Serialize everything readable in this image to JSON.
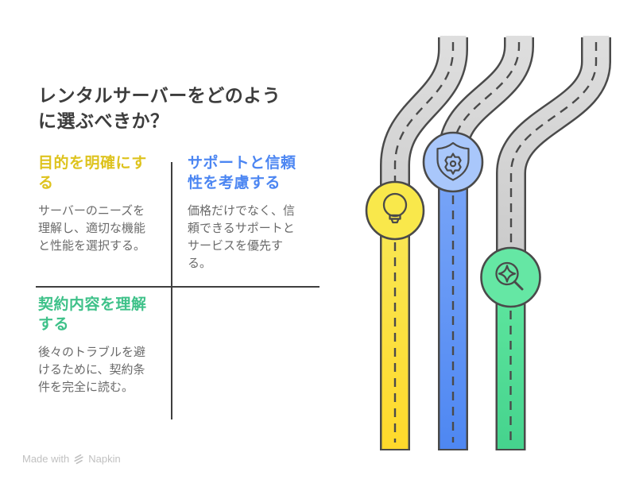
{
  "title_lines": [
    "レンタルサーバーをどのよう",
    "に選ぶべきか？"
  ],
  "sections": [
    {
      "id": "clarify-purpose",
      "accent_color": "#dec31e",
      "heading_lines": [
        "目的を明確にす",
        "る"
      ],
      "body_lines": [
        "サーバーのニーズを",
        "理解し、適切な機能",
        "と性能を選択する。"
      ]
    },
    {
      "id": "consider-support",
      "accent_color": "#4c86f2",
      "heading_lines": [
        "サポートと信頼",
        "性を考慮する"
      ],
      "body_lines": [
        "価格だけでなく、信",
        "頼できるサポートと",
        "サービスを優先す",
        "る。"
      ]
    },
    {
      "id": "understand-contract",
      "accent_color": "#3ec189",
      "heading_lines": [
        "契約内容を理解",
        "する"
      ],
      "body_lines": [
        "後々のトラブルを避",
        "けるために、契約条",
        "件を完全に読む。"
      ]
    }
  ],
  "illustration": {
    "roads": [
      {
        "icon": "lightbulb-icon",
        "badge_color": "#f9e84b",
        "road_color": "#ffdf33"
      },
      {
        "icon": "shield-gear-icon",
        "badge_color": "#a9c7fb",
        "road_color": "#5b8ff5"
      },
      {
        "icon": "search-sparkle-icon",
        "badge_color": "#65e7a4",
        "road_color": "#50d993"
      }
    ],
    "road_gray": "#d5d5d5",
    "outline_color": "#4a4a4a"
  },
  "footer": {
    "made_with": "Made with",
    "brand": "Napkin"
  }
}
